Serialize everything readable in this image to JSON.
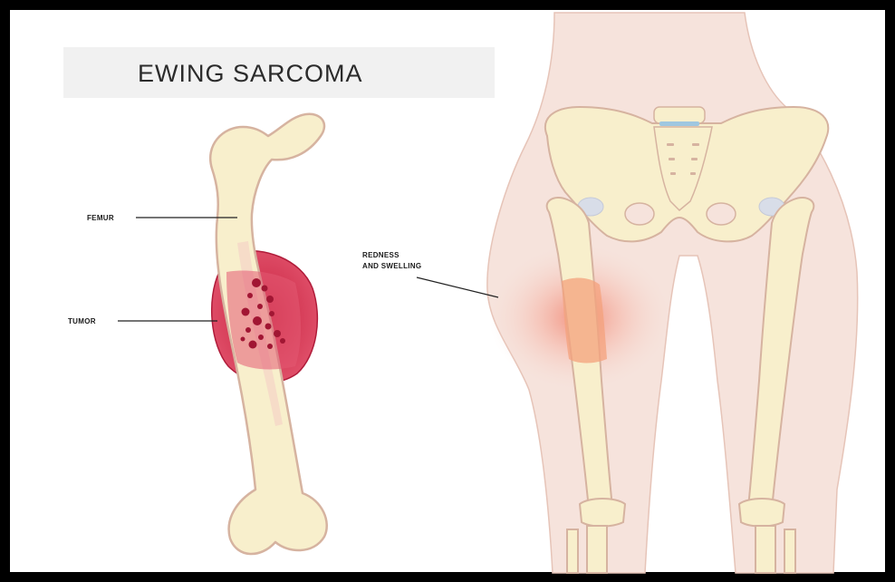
{
  "title": "EWING SARCOMA",
  "labels": {
    "femur": "FEMUR",
    "tumor": "TUMOR",
    "redness_line1": "REDNESS",
    "redness_line2": "AND SWELLING"
  },
  "colors": {
    "frame": "#000000",
    "title_bg": "#f1f1f1",
    "bone_fill": "#f8efcc",
    "bone_stroke": "#d6b3a0",
    "tumor": "#d43450",
    "tumor_dark": "#a11633",
    "skin": "#f6e0d8",
    "inflammation": "#f29a86"
  }
}
